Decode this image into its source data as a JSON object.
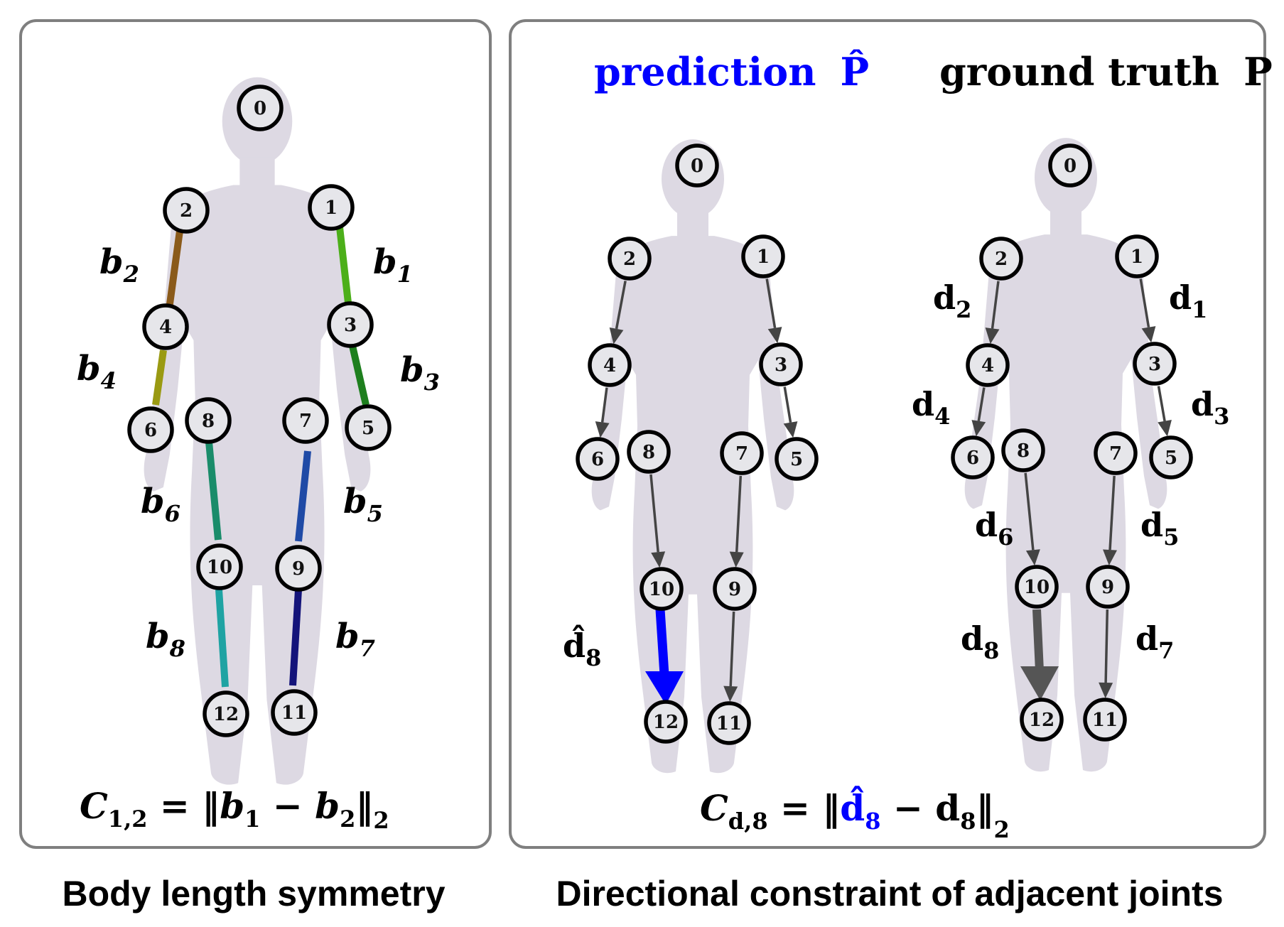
{
  "left_panel": {
    "joint_labels": [
      "0",
      "1",
      "2",
      "3",
      "4",
      "5",
      "6",
      "7",
      "8",
      "9",
      "10",
      "11",
      "12"
    ],
    "bone_labels": [
      {
        "base": "b",
        "sub": "1"
      },
      {
        "base": "b",
        "sub": "2"
      },
      {
        "base": "b",
        "sub": "3"
      },
      {
        "base": "b",
        "sub": "4"
      },
      {
        "base": "b",
        "sub": "5"
      },
      {
        "base": "b",
        "sub": "6"
      },
      {
        "base": "b",
        "sub": "7"
      },
      {
        "base": "b",
        "sub": "8"
      }
    ],
    "bone_colors": {
      "b1": "#4caf1a",
      "b2": "#8a5a1a",
      "b3": "#1e7f1e",
      "b4": "#9a9a12",
      "b5": "#1f4aa6",
      "b6": "#1a8c6a",
      "b7": "#14147a",
      "b8": "#1fa3a3"
    },
    "formula": {
      "c": "C",
      "c_sub": "1,2",
      "eq": " = ‖",
      "b1": "b",
      "b1_sub": "1",
      "minus": " − ",
      "b2": "b",
      "b2_sub": "2",
      "close": "‖",
      "norm_sub": "2"
    },
    "caption": "Body length symmetry"
  },
  "right_panel": {
    "prediction_label": "prediction",
    "prediction_symbol": "P̂",
    "ground_truth_label": "ground truth",
    "ground_truth_symbol": "P",
    "prediction_color": "#0000ff",
    "joint_labels": [
      "0",
      "1",
      "2",
      "3",
      "4",
      "5",
      "6",
      "7",
      "8",
      "9",
      "10",
      "11",
      "12"
    ],
    "pred_highlight_label": {
      "base": "d̂",
      "sub": "8"
    },
    "gt_direction_labels": [
      {
        "base": "d",
        "sub": "1"
      },
      {
        "base": "d",
        "sub": "2"
      },
      {
        "base": "d",
        "sub": "3"
      },
      {
        "base": "d",
        "sub": "4"
      },
      {
        "base": "d",
        "sub": "5"
      },
      {
        "base": "d",
        "sub": "6"
      },
      {
        "base": "d",
        "sub": "7"
      },
      {
        "base": "d",
        "sub": "8"
      }
    ],
    "formula": {
      "c": "C",
      "c_sub": "d,8",
      "eq": " = ‖",
      "dhat": "d̂",
      "dhat_sub": "8",
      "minus": " − ",
      "d": "d",
      "d_sub": "8",
      "close": "‖",
      "norm_sub": "2"
    },
    "caption": "Directional constraint of adjacent joints"
  }
}
